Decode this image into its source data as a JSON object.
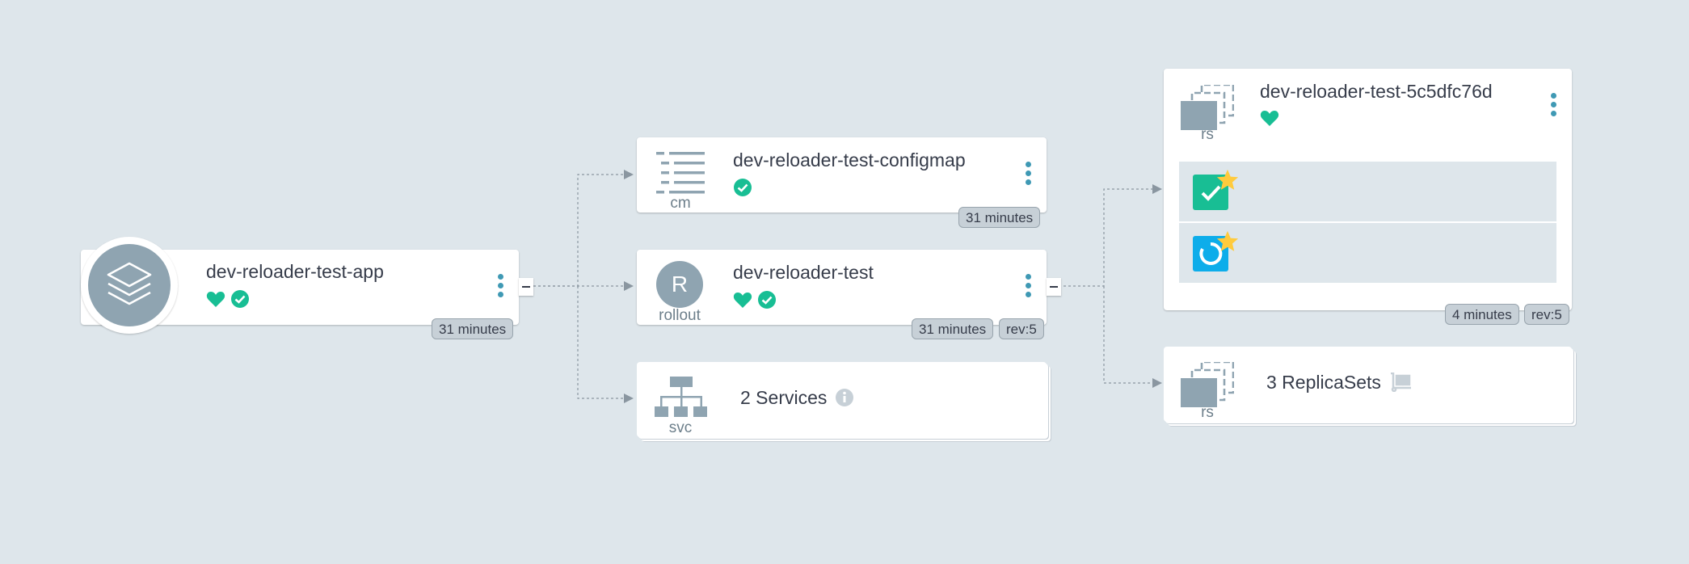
{
  "colors": {
    "healthy": "#18be94",
    "synced": "#18be94",
    "progressing": "#0dadea",
    "accent": "#3f99b4",
    "background": "#dee6eb",
    "icon_gray": "#8fa4b1"
  },
  "app": {
    "title": "dev-reloader-test-app",
    "icon": "layers-icon",
    "health": "healthy",
    "sync": "synced",
    "age": "31 minutes"
  },
  "configmap": {
    "title": "dev-reloader-test-configmap",
    "kind": "cm",
    "icon": "list-icon",
    "sync": "synced",
    "age": "31 minutes"
  },
  "rollout": {
    "title": "dev-reloader-test",
    "kind": "rollout",
    "icon_letter": "R",
    "health": "healthy",
    "sync": "synced",
    "age": "31 minutes",
    "revision": "rev:5"
  },
  "services": {
    "title": "2 Services",
    "kind": "svc",
    "icon": "sitemap-icon"
  },
  "replicaset": {
    "title": "dev-reloader-test-5c5dfc76d",
    "kind": "rs",
    "icon": "copy-icon",
    "health": "healthy",
    "age": "4 minutes",
    "revision": "rev:5",
    "pods": [
      {
        "status": "running",
        "icon": "check-icon"
      },
      {
        "status": "progressing",
        "icon": "spinner-icon"
      }
    ]
  },
  "replicasets": {
    "title": "3 ReplicaSets",
    "kind": "rs",
    "icon": "copy-icon"
  }
}
